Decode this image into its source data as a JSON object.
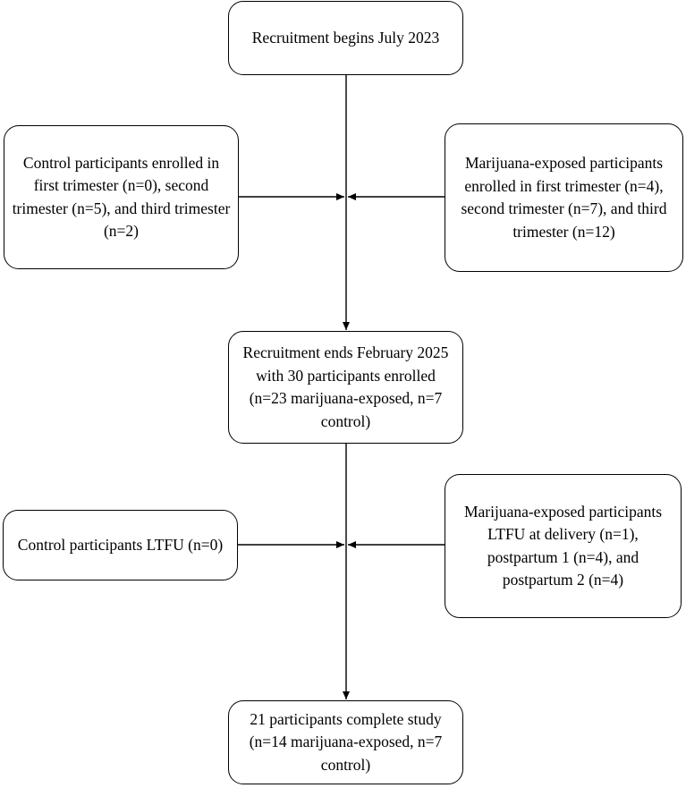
{
  "boxes": {
    "start": "Recruitment begins July 2023",
    "control_enrolled": "Control participants enrolled in first trimester (n=0), second trimester (n=5), and third trimester (n=2)",
    "marijuana_enrolled": "Marijuana-exposed participants enrolled in first trimester (n=4), second trimester (n=7), and third trimester (n=12)",
    "recruitment_end": "Recruitment ends February 2025 with 30 participants enrolled (n=23 marijuana-exposed, n=7 control)",
    "control_ltfu": "Control participants LTFU (n=0)",
    "marijuana_ltfu": "Marijuana-exposed participants LTFU at delivery (n=1), postpartum 1 (n=4), and postpartum 2 (n=4)",
    "final": "21 participants complete study (n=14 marijuana-exposed, n=7 control)"
  }
}
